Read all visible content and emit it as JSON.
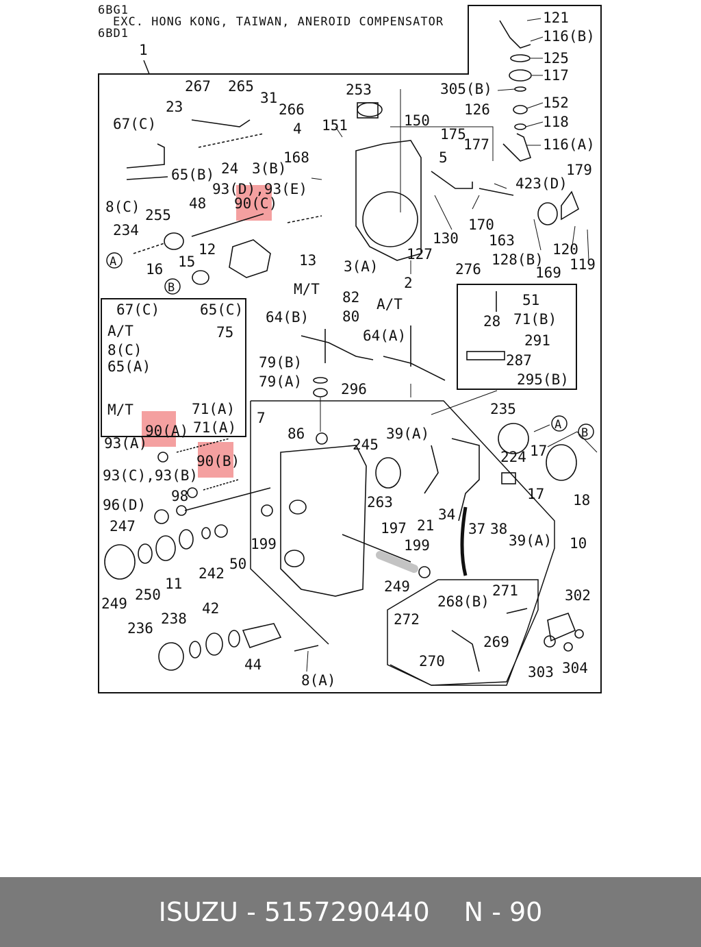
{
  "header": {
    "line1": "6BG1",
    "line2": "EXC. HONG KONG, TAIWAN, ANEROID COMPENSATOR",
    "line3": "6BD1"
  },
  "part_labels": [
    "1",
    "121",
    "116(B)",
    "125",
    "117",
    "305(B)",
    "126",
    "152",
    "118",
    "116(A)",
    "267",
    "265",
    "31",
    "266",
    "23",
    "4",
    "253",
    "151",
    "150",
    "175",
    "177",
    "67(C)",
    "24",
    "168",
    "5",
    "65(B)",
    "3(B)",
    "93(D),93(E)",
    "423(D)",
    "179",
    "8(C)",
    "90(C)",
    "48",
    "170",
    "234",
    "255",
    "13",
    "130",
    "163",
    "128(B)",
    "120",
    "119",
    "12",
    "3(A)",
    "127",
    "169",
    "15",
    "16",
    "2",
    "276",
    "M/T",
    "82",
    "A/T",
    "51",
    "80",
    "64(B)",
    "64(A)",
    "28",
    "71(B)",
    "291",
    "67(C)",
    "65(C)",
    "A/T",
    "75",
    "8(C)",
    "79(B)",
    "287",
    "65(A)",
    "79(A)",
    "296",
    "295(B)",
    "M/T",
    "71(A)",
    "235",
    "7",
    "86",
    "39(A)",
    "245",
    "90(A)",
    "71(A)",
    "93(A)",
    "17",
    "224",
    "90(B)",
    "93(C),93(B)",
    "17",
    "18",
    "263",
    "98",
    "21",
    "34",
    "96(D)",
    "37",
    "38",
    "39(A)",
    "247",
    "197",
    "199",
    "199",
    "10",
    "242",
    "50",
    "249",
    "11",
    "249",
    "250",
    "271",
    "268(B)",
    "302",
    "238",
    "42",
    "272",
    "236",
    "269",
    "270",
    "44",
    "303",
    "304",
    "8(A)"
  ],
  "callout_markers": [
    "A",
    "B",
    "A",
    "B"
  ],
  "footer": {
    "brand": "ISUZU",
    "separator1": "-",
    "part_number": "5157290440",
    "page_prefix": "N",
    "separator2": "-",
    "page_number": "90"
  },
  "colors": {
    "highlight": "#f08080",
    "footer_bg": "#7a7a7a",
    "line": "#111111"
  }
}
